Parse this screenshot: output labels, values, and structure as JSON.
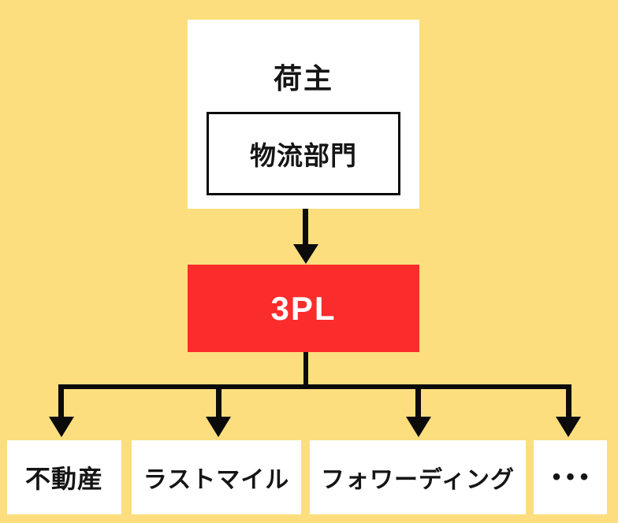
{
  "page": {
    "background_color": "#FCDE7F",
    "line_color": "#0B0B0B"
  },
  "diagram": {
    "shipper": {
      "label": "荷主",
      "department": "物流部門"
    },
    "arrow_shipper_to_3pl": "down-arrow",
    "provider": {
      "label": "3PL",
      "box_color": "#FA2C2C",
      "text_color": "#FFFFFF"
    },
    "services": [
      {
        "label": "不動産"
      },
      {
        "label": "ラストマイル"
      },
      {
        "label": "フォワーディング"
      },
      {
        "label": "•••"
      }
    ]
  }
}
